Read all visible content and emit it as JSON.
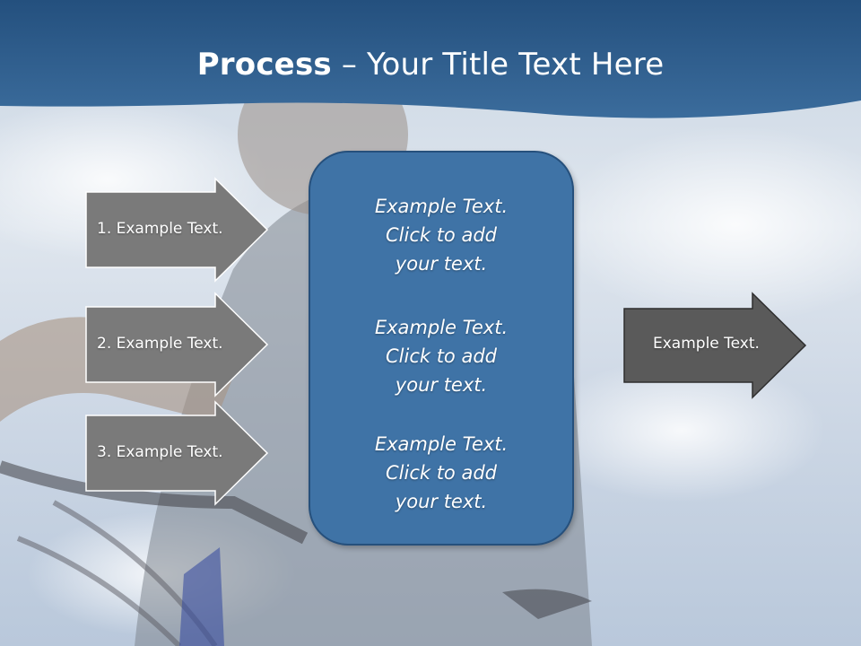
{
  "slide": {
    "title_bold": "Process",
    "title_rest": " – Your Title Text Here"
  },
  "left_arrows": [
    {
      "label": "1. Example Text."
    },
    {
      "label": "2. Example Text."
    },
    {
      "label": "3. Example Text."
    }
  ],
  "center_box": {
    "paragraphs": [
      {
        "line1": "Example Text.",
        "line2": "Click  to add",
        "line3": "your text."
      },
      {
        "line1": "Example Text.",
        "line2": "Click  to add",
        "line3": "your text."
      },
      {
        "line1": "Example Text.",
        "line2": "Click  to add",
        "line3": "your text."
      }
    ]
  },
  "right_arrow": {
    "label": "Example Text."
  },
  "colors": {
    "header_blue": "#2f5f8f",
    "box_blue": "#3f73a6",
    "arrow_gray": "#7a7a7a",
    "arrow_dark_gray": "#5a5a5a"
  }
}
